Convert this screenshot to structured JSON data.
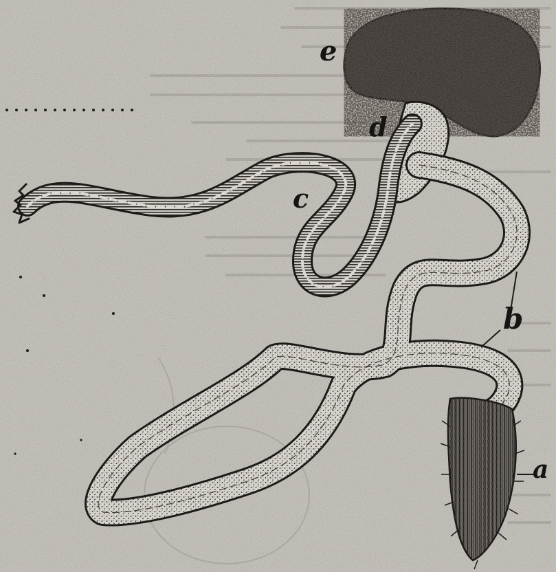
{
  "figure": {
    "labels": {
      "a": "a",
      "b": "b",
      "c": "c",
      "d": "d",
      "e": "e"
    },
    "colors": {
      "paper": "#c4c0ba",
      "ink": "#1a1816",
      "tube_fill": "#d9d5cf",
      "bleed_text": "#8a8682"
    }
  }
}
